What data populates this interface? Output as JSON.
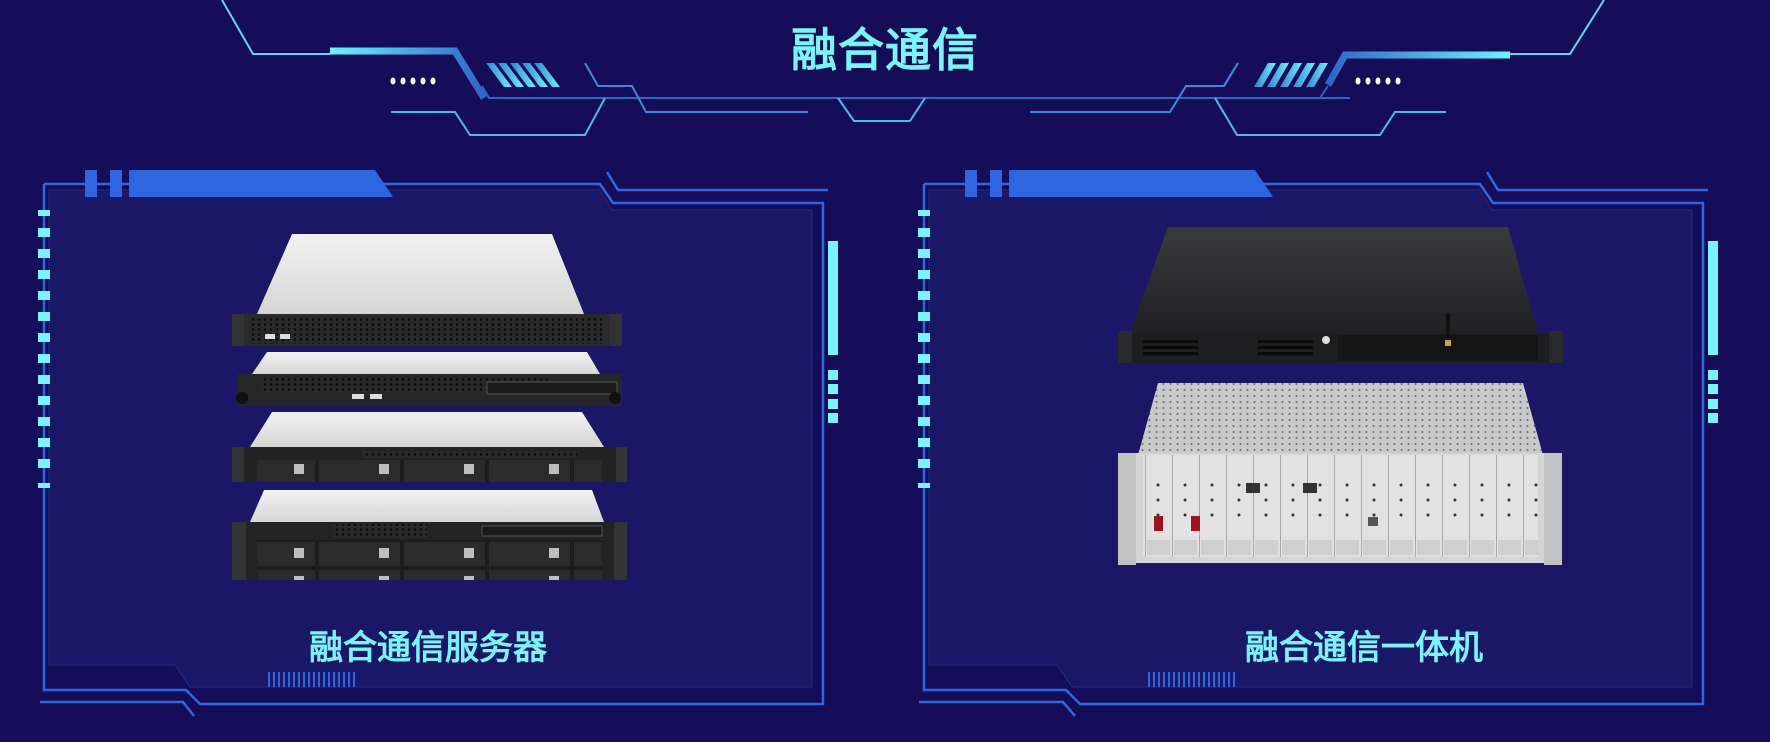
{
  "header": {
    "title": "融合通信"
  },
  "colors": {
    "background": "#150d57",
    "panel_fill": "#1a1866",
    "frame_blue": "#2e67de",
    "accent_cyan": "#7af3fb",
    "title_cyan": "#7af3fb"
  },
  "panels": [
    {
      "title": "融合通信服务器",
      "image": "rack-servers-stack-icon"
    },
    {
      "title": "融合通信一体机",
      "image": "integrated-appliance-icon"
    }
  ]
}
